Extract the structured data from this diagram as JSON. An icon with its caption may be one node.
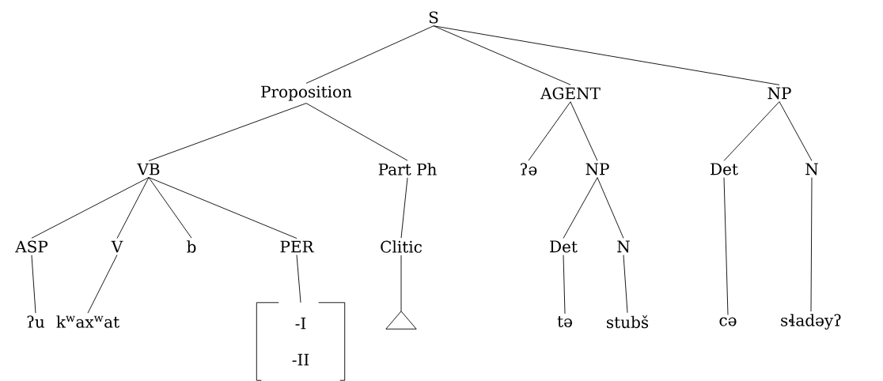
{
  "diagram": {
    "nodes": [
      {
        "text": [
          "S"
        ]
      },
      {
        "text": [
          "Proposition"
        ]
      },
      {
        "text": [
          "AGENT"
        ]
      },
      {
        "text": [
          "NP"
        ]
      },
      {
        "text": [
          "VB"
        ]
      },
      {
        "text": [
          "Part Ph"
        ]
      },
      {
        "text": [
          "ʔə"
        ]
      },
      {
        "text": [
          "NP"
        ]
      },
      {
        "text": [
          "Det"
        ]
      },
      {
        "text": [
          "N"
        ]
      },
      {
        "text": [
          "ASP"
        ]
      },
      {
        "text": [
          "V"
        ]
      },
      {
        "text": [
          "b"
        ]
      },
      {
        "text": [
          "PER"
        ]
      },
      {
        "text": [
          "Clitic"
        ]
      },
      {
        "text": [
          "Det"
        ]
      },
      {
        "text": [
          "N"
        ]
      },
      {
        "text": [
          "ʔu"
        ]
      },
      {
        "text": [
          "k$^{w}$ax$^{w}$at"
        ]
      },
      {
        "text": [
          "-I",
          "-II"
        ]
      },
      {
        "text": [],
        "shape": "triangle"
      },
      {
        "text": [
          "tə"
        ]
      },
      {
        "text": [
          "stubš"
        ]
      },
      {
        "text": [
          "cə"
        ]
      },
      {
        "text": [
          "sɬadəyʔ"
        ]
      }
    ],
    "edges": [
      {
        "from": 0,
        "to": 1,
        "arrow": "none"
      },
      {
        "from": 0,
        "to": 2,
        "arrow": "none"
      },
      {
        "from": 0,
        "to": 3,
        "arrow": "none"
      },
      {
        "from": 1,
        "to": 4,
        "arrow": "none"
      },
      {
        "from": 1,
        "to": 5,
        "arrow": "none"
      },
      {
        "from": 2,
        "to": 6,
        "arrow": "none"
      },
      {
        "from": 2,
        "to": 7,
        "arrow": "none"
      },
      {
        "from": 3,
        "to": 8,
        "arrow": "none"
      },
      {
        "from": 3,
        "to": 9,
        "arrow": "none"
      },
      {
        "from": 4,
        "to": 10,
        "arrow": "none"
      },
      {
        "from": 4,
        "to": 11,
        "arrow": "none"
      },
      {
        "from": 4,
        "to": 12,
        "arrow": "none"
      },
      {
        "from": 4,
        "to": 13,
        "arrow": "none"
      },
      {
        "from": 5,
        "to": 14,
        "arrow": "none"
      },
      {
        "from": 7,
        "to": 15,
        "arrow": "none"
      },
      {
        "from": 7,
        "to": 16,
        "arrow": "none"
      },
      {
        "from": 10,
        "to": 17,
        "arrow": "none"
      },
      {
        "from": 11,
        "to": 18,
        "arrow": "none"
      },
      {
        "from": 13,
        "to": 19,
        "arrow": "none"
      },
      {
        "from": 14,
        "to": 20,
        "arrow": "none"
      },
      {
        "from": 15,
        "to": 21,
        "arrow": "none"
      },
      {
        "from": 16,
        "to": 22,
        "arrow": "none"
      },
      {
        "from": 8,
        "to": 23,
        "arrow": "none"
      },
      {
        "from": 9,
        "to": 24,
        "arrow": "none"
      }
    ]
  }
}
